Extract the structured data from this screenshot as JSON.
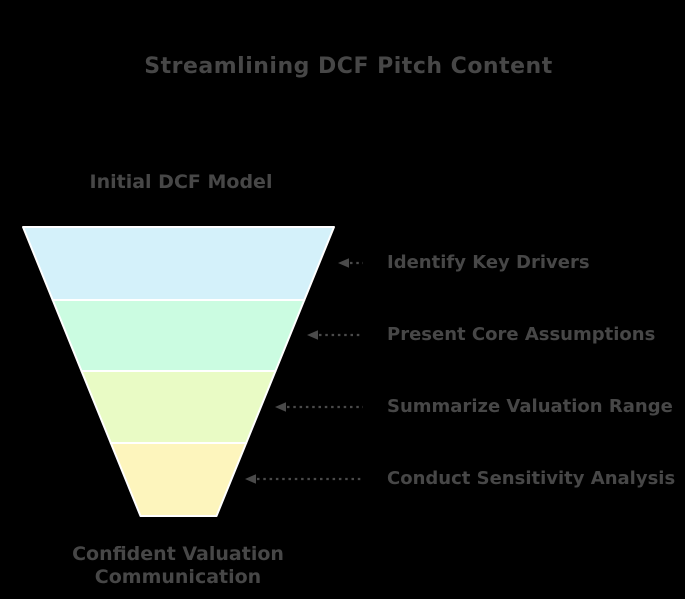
{
  "title": "Streamlining DCF Pitch Content",
  "funnel": {
    "top_label": "Initial DCF Model",
    "bottom_label": "Confident Valuation Communication",
    "layers": [
      {
        "label": "Identify Key Drivers",
        "color": "#d4f1fa"
      },
      {
        "label": "Present Core Assumptions",
        "color": "#cbfce1"
      },
      {
        "label": "Summarize Valuation Range",
        "color": "#e9fbc5"
      },
      {
        "label": "Conduct Sensitivity Analysis",
        "color": "#fdf5bd"
      }
    ]
  },
  "colors": {
    "background": "#000000",
    "text": "#474747",
    "arrow": "#4a4a4a",
    "segment_border": "#ffffff"
  }
}
